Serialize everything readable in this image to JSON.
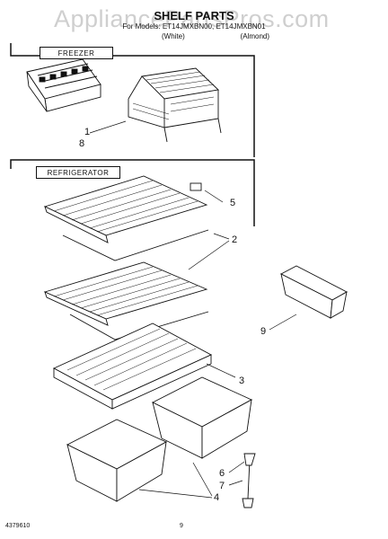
{
  "watermark": "AppliancePartsPros.com",
  "header": {
    "title": "SHELF PARTS",
    "models": "For Models: ET14JMXBN00, ET14JMXBN01",
    "colors": [
      "(White)",
      "(Almond)"
    ]
  },
  "sections": {
    "freezer": "FREEZER",
    "refrigerator": "REFRIGERATOR"
  },
  "callouts": [
    "1",
    "8",
    "5",
    "2",
    "9",
    "3",
    "6",
    "7",
    "4"
  ],
  "footer": {
    "doc_number": "4379610",
    "page": "9"
  }
}
